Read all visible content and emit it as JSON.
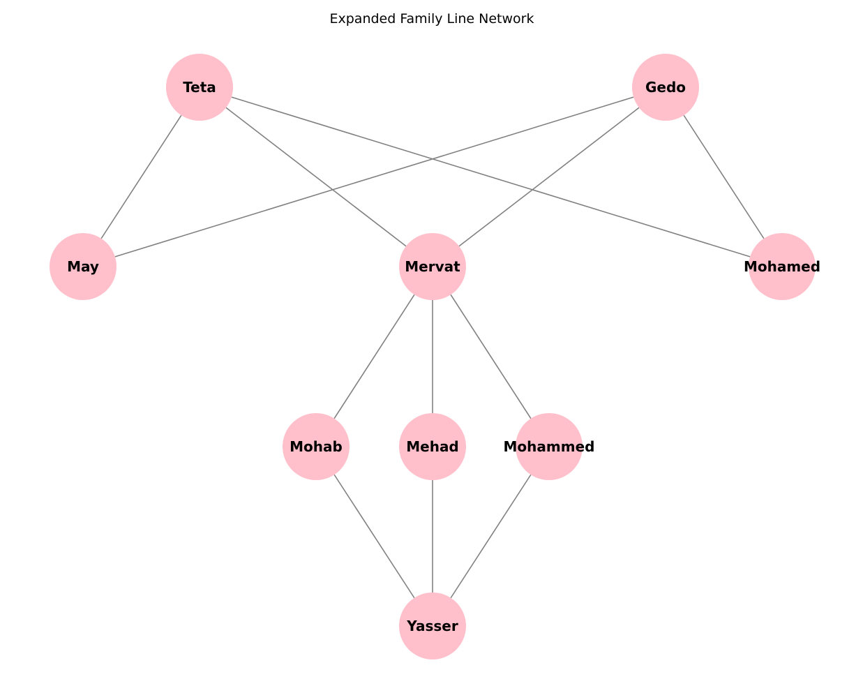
{
  "title": "Expanded Family Line Network",
  "colors": {
    "node_fill": "#ffc0cb",
    "edge": "#808080",
    "label": "#000000",
    "background": "#ffffff"
  },
  "nodes": [
    {
      "id": "teta",
      "label": "Teta"
    },
    {
      "id": "gedo",
      "label": "Gedo"
    },
    {
      "id": "may",
      "label": "May"
    },
    {
      "id": "mervat",
      "label": "Mervat"
    },
    {
      "id": "mohamed",
      "label": "Mohamed"
    },
    {
      "id": "mohab",
      "label": "Mohab"
    },
    {
      "id": "mehad",
      "label": "Mehad"
    },
    {
      "id": "mohammed",
      "label": "Mohammed"
    },
    {
      "id": "yasser",
      "label": "Yasser"
    }
  ],
  "edges": [
    {
      "from": "teta",
      "to": "may"
    },
    {
      "from": "teta",
      "to": "mervat"
    },
    {
      "from": "teta",
      "to": "mohamed"
    },
    {
      "from": "gedo",
      "to": "may"
    },
    {
      "from": "gedo",
      "to": "mervat"
    },
    {
      "from": "gedo",
      "to": "mohamed"
    },
    {
      "from": "mervat",
      "to": "mohab"
    },
    {
      "from": "mervat",
      "to": "mehad"
    },
    {
      "from": "mervat",
      "to": "mohammed"
    },
    {
      "from": "mohab",
      "to": "yasser"
    },
    {
      "from": "mehad",
      "to": "yasser"
    },
    {
      "from": "mohammed",
      "to": "yasser"
    }
  ]
}
